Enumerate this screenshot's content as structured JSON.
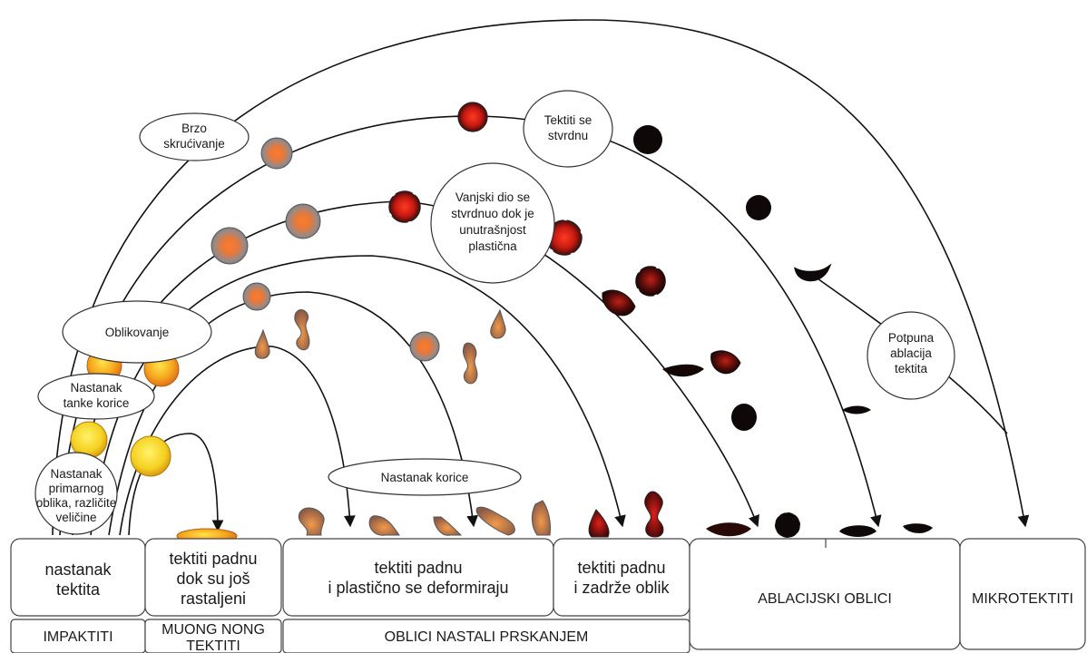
{
  "bubbles": {
    "rapid": [
      "Brzo",
      "skrućivanje"
    ],
    "solidify": [
      "Tektiti se",
      "stvrdnu"
    ],
    "outer": [
      "Vanjski dio se",
      "stvrdnuo dok je",
      "unutrašnjost",
      "plastična"
    ],
    "shaping": [
      "Oblikovanje"
    ],
    "crust": [
      "Nastanak",
      "tanke korice"
    ],
    "primary": [
      "Nastanak",
      "primarnog",
      "oblika, različite",
      "veličine"
    ],
    "ablation": [
      "Potpuna",
      "ablacija",
      "tektita"
    ],
    "rind": [
      "Nastanak korice"
    ]
  },
  "stages": {
    "formation": [
      "nastanak",
      "tektita"
    ],
    "molten": [
      "tektiti padnu",
      "dok su još",
      "rastaljeni"
    ],
    "plastic": [
      "tektiti padnu",
      "i plastično se deformiraju"
    ],
    "keep": [
      "tektiti padnu",
      "i zadrže oblik"
    ],
    "ablation_forms": [
      "ABLACIJSKI OBLICI"
    ],
    "micro": [
      "MIKROTEKTITI"
    ]
  },
  "categories": {
    "impactites": "IMPAKTITI",
    "muong": [
      "MUONG NONG",
      "TEKTITI"
    ],
    "splash": "OBLICI NASTALI PRSKANJEM"
  },
  "colors": {
    "yellow": "#f5d020",
    "orange": "#f28a1a",
    "red_glow": "#d8281a",
    "dark": "#1a0a0a",
    "gray_shell": "#8f8f8f"
  }
}
